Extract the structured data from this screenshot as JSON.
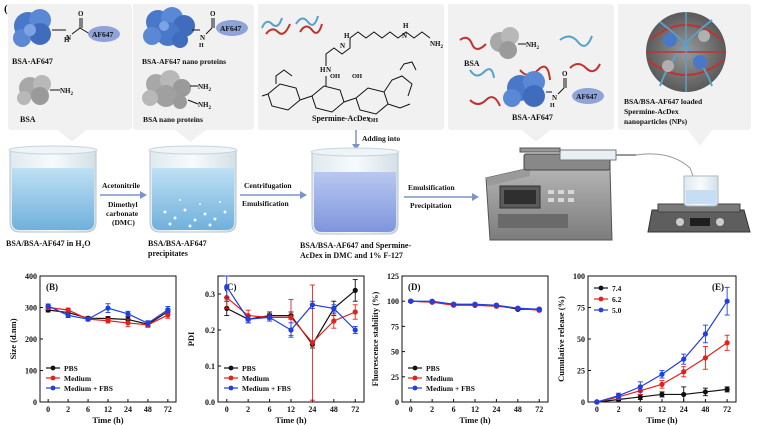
{
  "panel_a": {
    "label": "(A)",
    "box1": {
      "mol1": "BSA-AF647",
      "mol2": "BSA",
      "dye": "AF647",
      "nh2": "NH",
      "sub2": "2",
      "hn": "H",
      "o": "O"
    },
    "box2": {
      "mol1": "BSA-AF647 nano proteins",
      "mol2": "BSA nano proteins",
      "dye": "AF647",
      "nh2": "NH",
      "sub2": "2",
      "hn": "H",
      "o": "O"
    },
    "box3": {
      "name": "Spermine-AcDex",
      "h1": "H",
      "h2": "H",
      "h3": "H",
      "nh2": "NH",
      "sub2": "2",
      "oh1": "OH",
      "oh2": "OH",
      "oh3": "OH",
      "adding": "Adding into"
    },
    "box4": {
      "mol1": "BSA",
      "mol2": "BSA-AF647",
      "dye": "AF647",
      "nh2": "NH",
      "sub2": "2",
      "hn": "H",
      "o": "O"
    },
    "box5": {
      "line1": "BSA/BSA-AF647 loaded",
      "line2": "Spermine-AcDex",
      "line3": "nanoparticles (NPs)"
    },
    "steps": {
      "s1a": "Acetonitrile",
      "s1b": "Dimethyl",
      "s1c": "carbonate",
      "s1d": "(DMC)",
      "s2a": "Centrifugation",
      "s2b": "Emulsification",
      "s3a": "Emulsification",
      "s3b": "Precipitation"
    },
    "captions": {
      "c1": "BSA/BSA-AF647 in H",
      "c1sub": "2",
      "c1end": "O",
      "c2a": "BSA/BSA-AF647",
      "c2b": "precipitates",
      "c3a": "BSA/BSA-AF647 and Spermine-",
      "c3b": "AcDex in DMC and 1% F-127"
    },
    "colors": {
      "protein_blue": "#4a78c8",
      "protein_gray": "#a8a8a8",
      "dye_oval": "#8fa3d8",
      "chain_red": "#c0322e",
      "chain_blue": "#5aa0c8",
      "water": "#9fcde8"
    }
  },
  "chart_data": [
    {
      "panel": "(B)",
      "type": "line",
      "ylabel": "Size (d.nm)",
      "xlabel": "Time (h)",
      "categories": [
        "0",
        "2",
        "6",
        "12",
        "24",
        "48",
        "72"
      ],
      "ylim": [
        0,
        400
      ],
      "yticks": [
        "0",
        "100",
        "200",
        "300",
        "400"
      ],
      "legend": "bottom-left",
      "series": [
        {
          "name": "PBS",
          "color": "#111111",
          "values": [
            292,
            284,
            266,
            265,
            262,
            247,
            287
          ],
          "err": [
            6,
            6,
            5,
            6,
            8,
            7,
            8
          ]
        },
        {
          "name": "Medium",
          "color": "#e3211c",
          "values": [
            300,
            292,
            263,
            258,
            251,
            245,
            276
          ],
          "err": [
            6,
            6,
            6,
            7,
            12,
            8,
            10
          ]
        },
        {
          "name": "Medium + FBS",
          "color": "#1f3fe0",
          "values": [
            305,
            275,
            263,
            298,
            280,
            250,
            293
          ],
          "err": [
            6,
            7,
            5,
            14,
            8,
            8,
            10
          ]
        }
      ]
    },
    {
      "panel": "(C)",
      "type": "line",
      "ylabel": "PDI",
      "xlabel": "Time (h)",
      "categories": [
        "0",
        "2",
        "6",
        "12",
        "24",
        "48",
        "72"
      ],
      "ylim": [
        0,
        0.35
      ],
      "yticks": [
        "0.0",
        "0.1",
        "0.2",
        "0.3"
      ],
      "legend": "bottom-left",
      "series": [
        {
          "name": "PBS",
          "color": "#111111",
          "values": [
            0.26,
            0.23,
            0.24,
            0.24,
            0.16,
            0.26,
            0.31
          ],
          "err": [
            0.02,
            0.01,
            0.01,
            0.01,
            0.01,
            0.02,
            0.03
          ]
        },
        {
          "name": "Medium",
          "color": "#e3211c",
          "values": [
            0.29,
            0.24,
            0.235,
            0.235,
            0.165,
            0.225,
            0.25
          ],
          "err": [
            0.03,
            0.015,
            0.01,
            0.05,
            0.16,
            0.02,
            0.02
          ]
        },
        {
          "name": "Medium + FBS",
          "color": "#1f3fe0",
          "values": [
            0.32,
            0.23,
            0.235,
            0.2,
            0.27,
            0.26,
            0.2
          ],
          "err": [
            0.03,
            0.01,
            0.01,
            0.02,
            0.01,
            0.01,
            0.01
          ]
        }
      ]
    },
    {
      "panel": "(D)",
      "type": "line",
      "ylabel": "Fluorescence stability (%)",
      "xlabel": "Time (h)",
      "categories": [
        "0",
        "2",
        "6",
        "12",
        "24",
        "48",
        "72"
      ],
      "ylim": [
        0,
        125
      ],
      "yticks": [
        "0",
        "25",
        "50",
        "75",
        "100",
        "125"
      ],
      "legend": "bottom-left",
      "series": [
        {
          "name": "PBS",
          "color": "#111111",
          "values": [
            100,
            99,
            97,
            96,
            96,
            92,
            92
          ],
          "err": [
            1,
            1,
            1,
            1,
            1,
            1,
            1
          ]
        },
        {
          "name": "Medium",
          "color": "#e3211c",
          "values": [
            100,
            99,
            96,
            96,
            95,
            93,
            91
          ],
          "err": [
            1,
            1,
            1,
            1,
            1,
            1,
            1
          ]
        },
        {
          "name": "Medium + FBS",
          "color": "#1f3fe0",
          "values": [
            100,
            100,
            97,
            97,
            96,
            93,
            92
          ],
          "err": [
            1,
            1,
            1,
            1,
            1,
            1,
            1
          ]
        }
      ]
    },
    {
      "panel": "(E)",
      "type": "line",
      "ylabel": "Cumulative release (%)",
      "xlabel": "Time (h)",
      "categories": [
        "0",
        "2",
        "6",
        "12",
        "24",
        "48",
        "72"
      ],
      "ylim": [
        0,
        100
      ],
      "yticks": [
        "0",
        "25",
        "50",
        "75",
        "100"
      ],
      "legend": "top-left",
      "series": [
        {
          "name": "7.4",
          "color": "#111111",
          "values": [
            0,
            2,
            4,
            6,
            6,
            8,
            10
          ],
          "err": [
            0.5,
            1,
            2,
            2,
            6,
            3,
            2
          ]
        },
        {
          "name": "6.2",
          "color": "#e3211c",
          "values": [
            0,
            4,
            9,
            14,
            24,
            35,
            47
          ],
          "err": [
            0.5,
            2,
            3,
            3,
            4,
            9,
            6
          ]
        },
        {
          "name": "5.0",
          "color": "#1f3fe0",
          "values": [
            0,
            5,
            12,
            22,
            34,
            54,
            80
          ],
          "err": [
            0.5,
            2,
            4,
            3,
            4,
            7,
            11
          ]
        }
      ]
    }
  ]
}
